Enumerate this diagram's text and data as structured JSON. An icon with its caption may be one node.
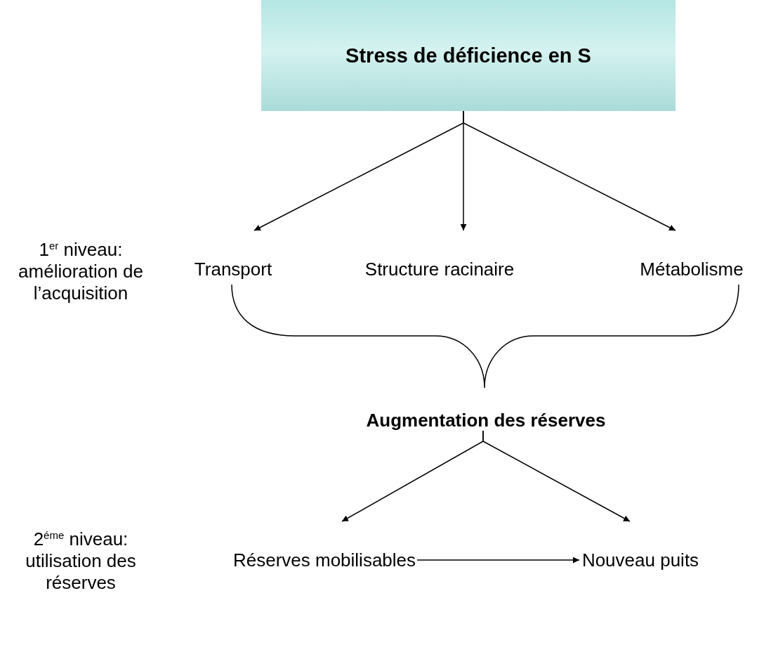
{
  "diagram": {
    "nodes": [
      {
        "text": [
          "Stress de déficience en S"
        ]
      },
      {
        "text": [
          "Transport"
        ]
      },
      {
        "text": [
          "Structure racinaire"
        ]
      },
      {
        "text": [
          "Métabolisme"
        ]
      },
      {
        "text": [
          "Augmentation des réserves"
        ]
      },
      {
        "text": [
          "Réserves mobilisables"
        ]
      },
      {
        "text": [
          "Nouveau puits"
        ]
      }
    ],
    "edges": [
      {
        "from": 0,
        "to": 1,
        "arrow": "to"
      },
      {
        "from": 0,
        "to": 2,
        "arrow": "to"
      },
      {
        "from": 0,
        "to": 3,
        "arrow": "to"
      },
      {
        "from": 4,
        "to": 5,
        "arrow": "to"
      },
      {
        "from": 4,
        "to": 6,
        "arrow": "to"
      },
      {
        "from": 5,
        "to": 6,
        "arrow": "to"
      }
    ],
    "labels": [
      "1$^{er}$ niveau: amélioration de l’acquisition",
      "2$^{éme}$ niveau: utilisation des réserves"
    ]
  }
}
